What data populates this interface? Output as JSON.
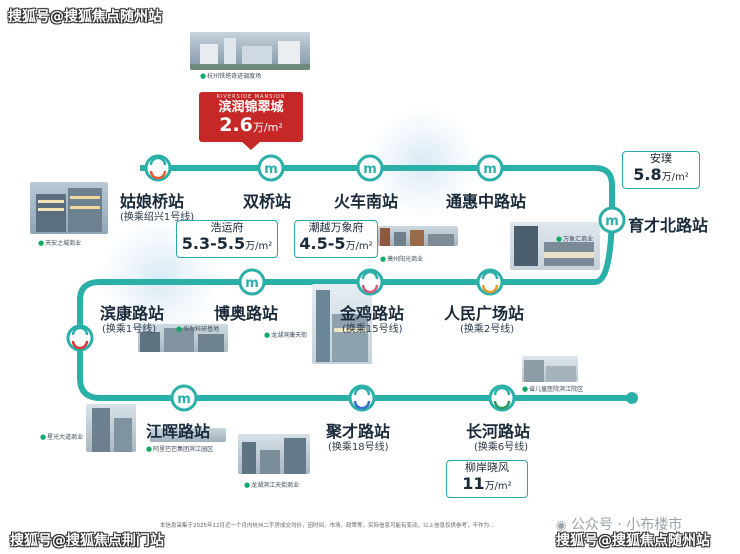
{
  "watermarks": {
    "top_left": "搜狐号@搜狐焦点随州站",
    "bottom_left": "搜狐号@搜狐焦点荆门站",
    "bottom_right": "搜狐号@搜狐焦点随州站",
    "wechat": "公众号 · 小布楼市"
  },
  "featured": {
    "en_name": "RIVERSIDE MANSION",
    "name": "滨润锦翠城",
    "price": "2.6",
    "unit": "万/m²",
    "top_photo_caption": "杭州铁塔奇迹调度场"
  },
  "stations": {
    "guniangqiao": {
      "name": "姑娘桥站",
      "sub": "(换乘绍兴1号线)"
    },
    "shuangqiao": {
      "name": "双桥站"
    },
    "huochenan": {
      "name": "火车南站"
    },
    "tonghuizhonglu": {
      "name": "通惠中路站"
    },
    "yucaibeilu": {
      "name": "育才北路站"
    },
    "binkanglu": {
      "name": "滨康路站",
      "sub": "(换乘1号线)"
    },
    "boaolu": {
      "name": "博奥路站"
    },
    "jinjilu": {
      "name": "金鸡路站",
      "sub": "(换乘15号线)"
    },
    "renminguangchang": {
      "name": "人民广场站",
      "sub": "(换乘2号线)"
    },
    "jianghuilu": {
      "name": "江晖路站"
    },
    "jucailu": {
      "name": "聚才路站",
      "sub": "(换乘18号线)"
    },
    "changhelu": {
      "name": "长河路站",
      "sub": "(换乘6号线)"
    }
  },
  "prices": {
    "anpu": {
      "name": "安璞",
      "value": "5.8",
      "unit": "万/m²"
    },
    "haoyunfu": {
      "name": "浩运府",
      "value": "5.3-5.5",
      "unit": "万/m²"
    },
    "chaoyue": {
      "name": "潮越万象府",
      "value": "4.5-5",
      "unit": "万/m²"
    },
    "liuanxiaofeng": {
      "name": "柳岸晓风",
      "value": "11",
      "unit": "万/m²"
    }
  },
  "locations": {
    "tianan": "天安之城商业",
    "wanxianghui": "万象汇商业",
    "huachuan": "华为科研基地",
    "xiaoshan": "萧州阳光商业",
    "longhu": "龙湖滨康天街",
    "xingguang": "星光大道商业",
    "alibaba": "阿里巴巴集团滨江园区",
    "longhu_jiang": "龙湖滨江天街商业",
    "ertong": "省儿童医院滨江院区"
  },
  "footnote": "本信息采集于2025年12月近一个月内杭州二手房成交均价，因时间、市场、政策等，实际信息可能有变动，以上信息仅供参考，不作为..."
}
